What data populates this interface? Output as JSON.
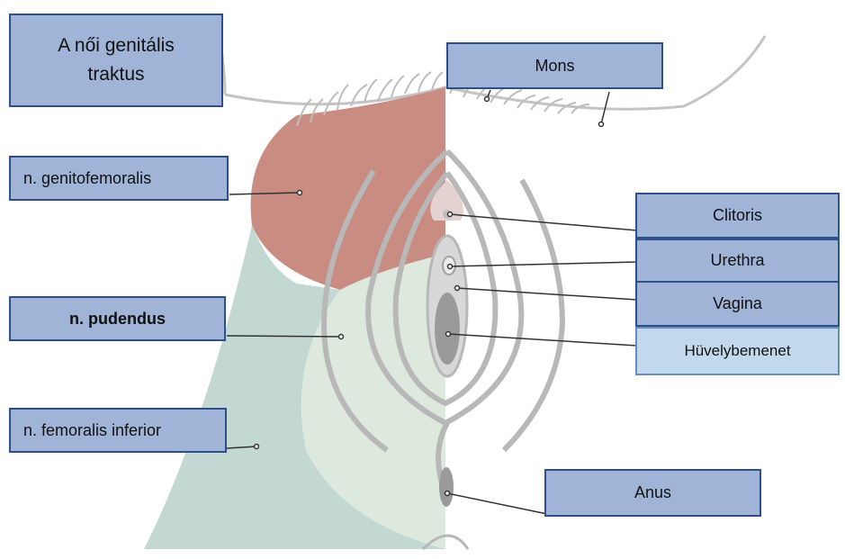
{
  "title": "A női genitális traktus",
  "labels": {
    "mons": "Mons",
    "genitofemoralis": "n. genitofemoralis",
    "pudendus": "n. pudendus",
    "femoralis_inferior": "n. femoralis inferior",
    "clitoris": "Clitoris",
    "urethra": "Urethra",
    "vagina": "Vagina",
    "huvelybemenet": "Hüvelybemenet",
    "anus": "Anus"
  },
  "colors": {
    "label_fill": "#9fb4d6",
    "label_border": "#2f4f8a",
    "highlight_fill": "#c2d9ed",
    "genitofemoralis_region": "#c98c82",
    "pudendus_region": "#dde9dd",
    "femoralis_region": "#c3d8d3",
    "anatomy_outline": "#b8b8b8"
  }
}
